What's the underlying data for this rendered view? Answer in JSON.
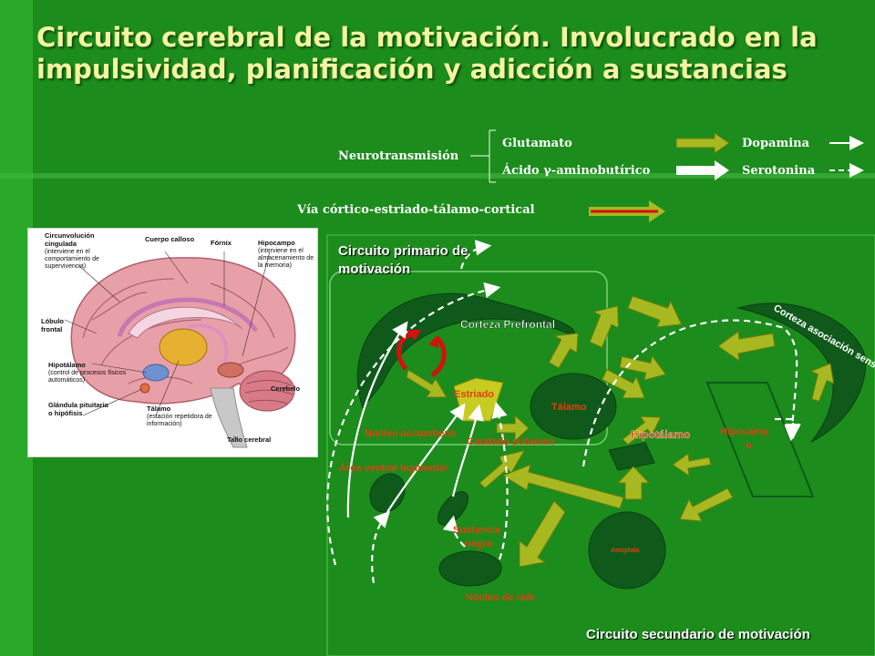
{
  "title": "Circuito cerebral de la motivación. Involucrado en la impulsividad, planificación y adicción a sustancias",
  "legend": {
    "heading": "Neurotransmisión",
    "items": [
      {
        "label": "Glutamato",
        "style": "olive-arrow"
      },
      {
        "label": "Dopamina",
        "style": "white-solid-arrow"
      },
      {
        "label": "Ácido γ-aminobutírico",
        "style": "white-block-arrow"
      },
      {
        "label": "Serotonina",
        "style": "white-dashed-arrow"
      }
    ],
    "pathway": {
      "label": "Vía córtico-estriado-tálamo-cortical",
      "style": "red-olive-arrow"
    }
  },
  "brain_labels": {
    "circunvolucion": {
      "name": "Circunvolución cingulada",
      "desc": "(interviene en el comportamiento de supervivencia)"
    },
    "cuerpo_calloso": "Cuerpo calloso",
    "fornix": "Fórnix",
    "hipocampo": {
      "name": "Hipocampo",
      "desc": "(interviene en el almacenamiento de la memoria)"
    },
    "lobulo": "Lóbulo frontal",
    "hipotalamo": {
      "name": "Hipotálamo",
      "desc": "(control de procesos físicos automáticos)"
    },
    "glandula": "Glándula pituitaria o hipófisis",
    "talamo": {
      "name": "Tálamo",
      "desc": "(estación repetidora de información)"
    },
    "cerebelo": "Cerebelo",
    "tallo": "Tallo cerebral"
  },
  "circuit": {
    "primary_title": "Circuito primario de motivación",
    "secondary_title": "Circuito secundario de motivación",
    "corteza_prefrontal": "Corteza Prefrontal",
    "corteza_asociacion": "Corteza asociación sensitivo motora",
    "estriado": "Estriado",
    "talamo": "Tálamo",
    "nucleo_accumbens": "Núcleo accumbens",
    "caudado_putamen": "Caudado putamen",
    "hipotalamo": "Hipotálamo",
    "hipocampo_1": "Hipocamp",
    "hipocampo_2": "o",
    "area_ventral": "Área ventral tegmental",
    "sustancia_1": "Sustancia",
    "sustancia_2": "negra",
    "amigdala": "Amígdala",
    "nucleo_rafe": "Núcleo de rafe"
  },
  "colors": {
    "background": "#1c8c1c",
    "title": "#f4f4a0",
    "olive": "#a8b820",
    "dark_green": "#0f5a1a",
    "red": "#d41010",
    "label_red": "#e04010"
  }
}
